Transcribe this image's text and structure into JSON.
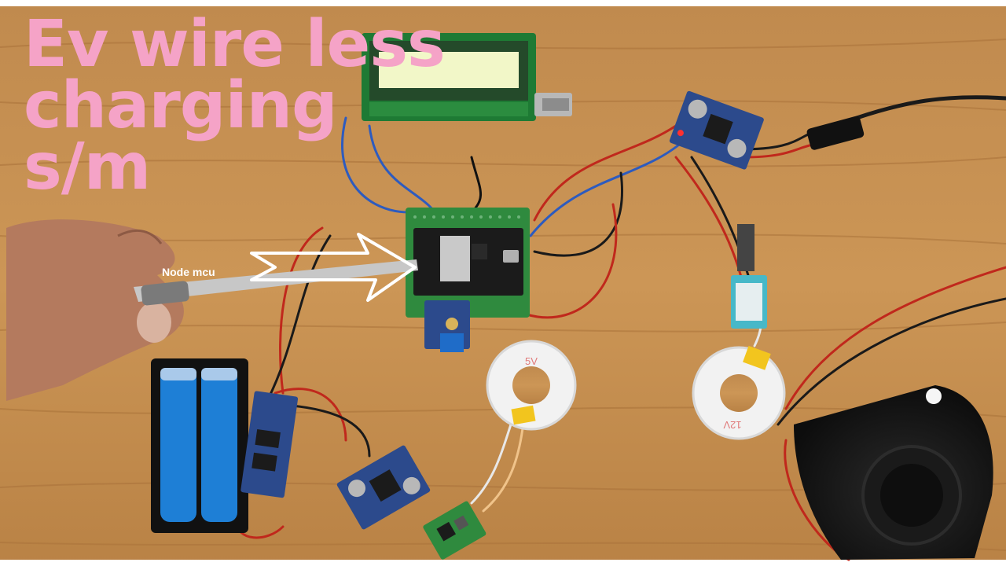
{
  "overlay": {
    "title": "Ev wire less\ncharging\ns/m",
    "caption": "Node mcu"
  },
  "coils": [
    {
      "label": "5V"
    },
    {
      "label": "12V"
    }
  ],
  "colors": {
    "title_pink": "#f5a3c7",
    "wood": "#c98f4f",
    "pcb_green": "#2f8a3e",
    "module_blue": "#2c4a8c",
    "battery_blue": "#1e7fd6",
    "wire_red": "#c0281c"
  }
}
